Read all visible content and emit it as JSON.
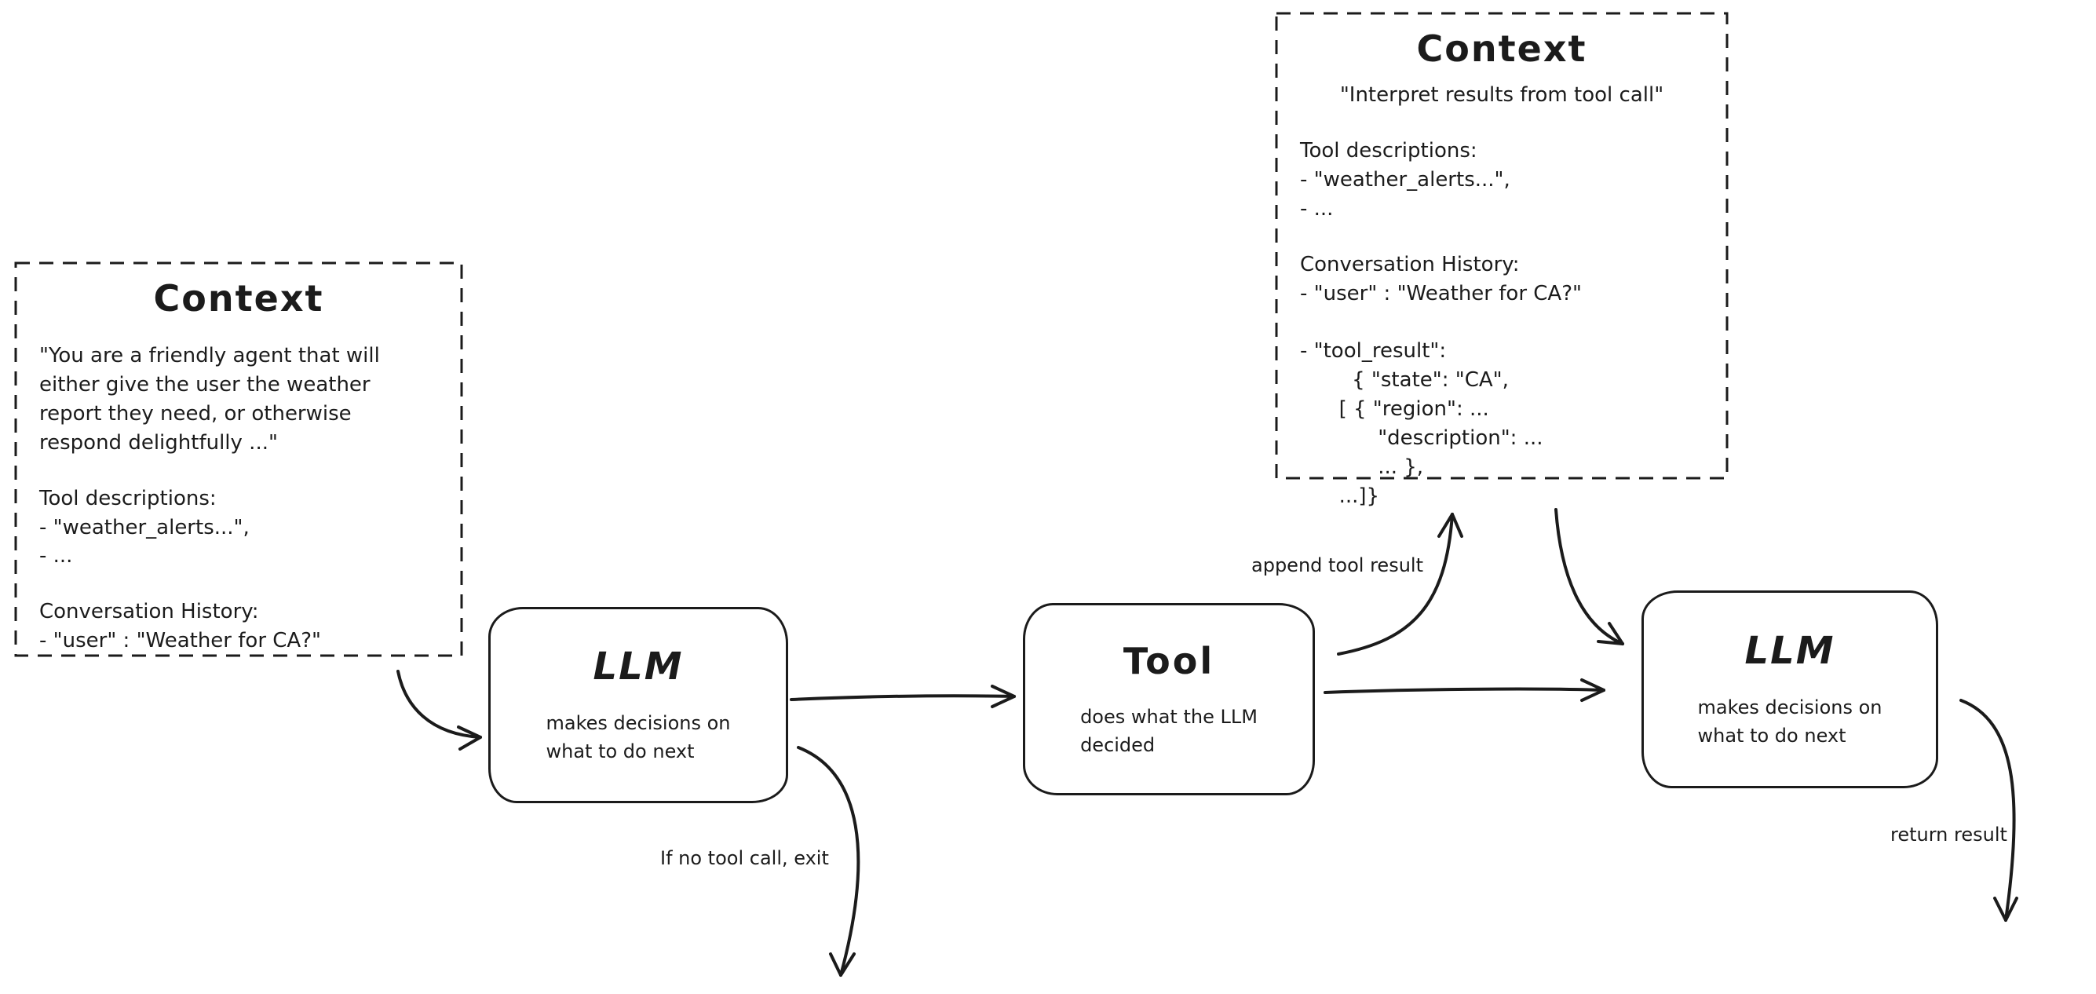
{
  "colors": {
    "ink": "#1b1b1b",
    "background": "#ffffff"
  },
  "context_left": {
    "title": "Context",
    "system_prompt": "\"You are a friendly agent that will\neither give the user the weather\nreport they need, or otherwise\nrespond delightfully ...\"",
    "tool_descriptions": "Tool descriptions:\n- \"weather_alerts...\",\n- ...",
    "conversation_history": "Conversation History:\n- \"user\" : \"Weather for CA?\""
  },
  "context_top": {
    "title": "Context",
    "instruction": "\"Interpret results from tool call\"",
    "tool_descriptions": "Tool descriptions:\n- \"weather_alerts...\",\n- ...",
    "conversation_history": "Conversation History:\n- \"user\" : \"Weather for CA?\"\n\n- \"tool_result\":\n        { \"state\": \"CA\",\n      [ { \"region\": ...\n            \"description\": ...\n            ... },\n      ...]}"
  },
  "nodes": {
    "llm_first": {
      "title": "LLM",
      "subtitle": "makes decisions on\nwhat to do next"
    },
    "tool": {
      "title": "Tool",
      "subtitle": "does what the LLM\ndecided"
    },
    "llm_second": {
      "title": "LLM",
      "subtitle": "makes decisions on\nwhat to do next"
    }
  },
  "edge_labels": {
    "append_tool_result": "append tool result",
    "no_tool_call_exit": "If no tool call, exit",
    "return_result": "return result"
  }
}
